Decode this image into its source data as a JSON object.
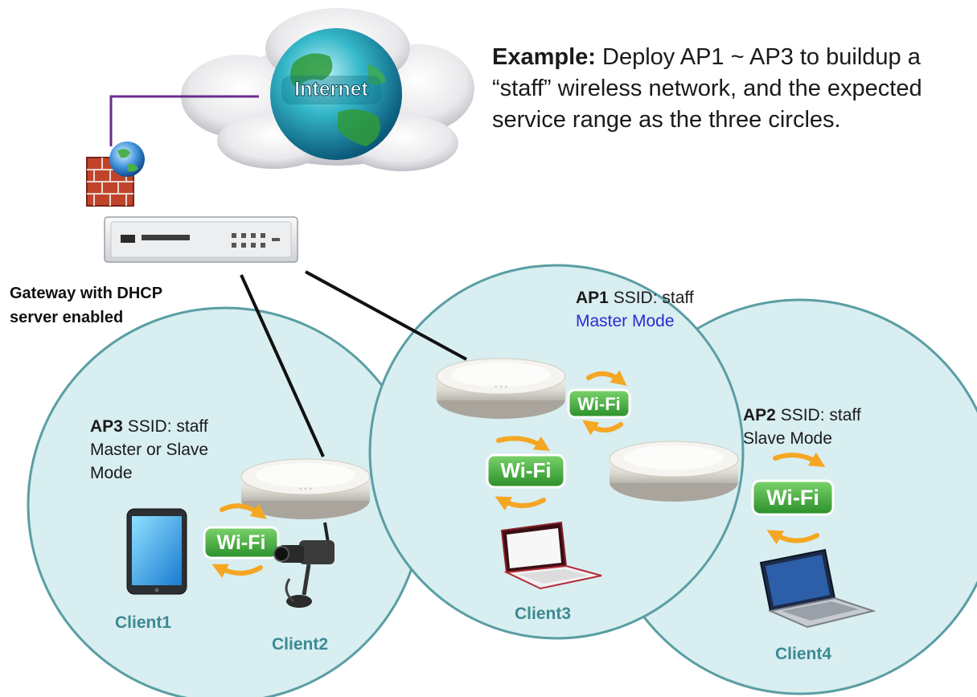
{
  "example": {
    "label": "Example:",
    "text": " Deploy AP1 ~ AP3 to buildup a “staff” wireless network, and the expected service range as the three circles."
  },
  "internet": {
    "label": "Internet"
  },
  "gateway": {
    "line1": "Gateway with DHCP",
    "line2": "server enabled"
  },
  "ap1": {
    "name": "AP1",
    "ssid": " SSID: staff",
    "mode": "Master Mode"
  },
  "ap2": {
    "name": "AP2",
    "ssid": " SSID: staff",
    "mode": "Slave Mode"
  },
  "ap3": {
    "name": "AP3",
    "ssid": " SSID: staff",
    "mode_line1": "Master or Slave",
    "mode_line2": "Mode"
  },
  "wifi": {
    "label": "Wi-Fi"
  },
  "clients": [
    "Client1",
    "Client2",
    "Client3",
    "Client4"
  ],
  "colors": {
    "circle_fill": "#d8eef0",
    "circle_stroke": "#5a9ea3",
    "cable": "#111111",
    "internet_link": "#6a2c8c",
    "wifi_badge": "#3aa63a",
    "arrow": "#f5a623",
    "client_text": "#3c8a94",
    "master_mode_text": "#2a2ad6"
  },
  "icons": [
    "cloud-icon",
    "globe-icon",
    "firewall-icon",
    "gateway-router-icon",
    "access-point-icon",
    "wifi-badge-icon",
    "tablet-icon",
    "ip-camera-icon",
    "netbook-icon",
    "laptop-icon"
  ]
}
